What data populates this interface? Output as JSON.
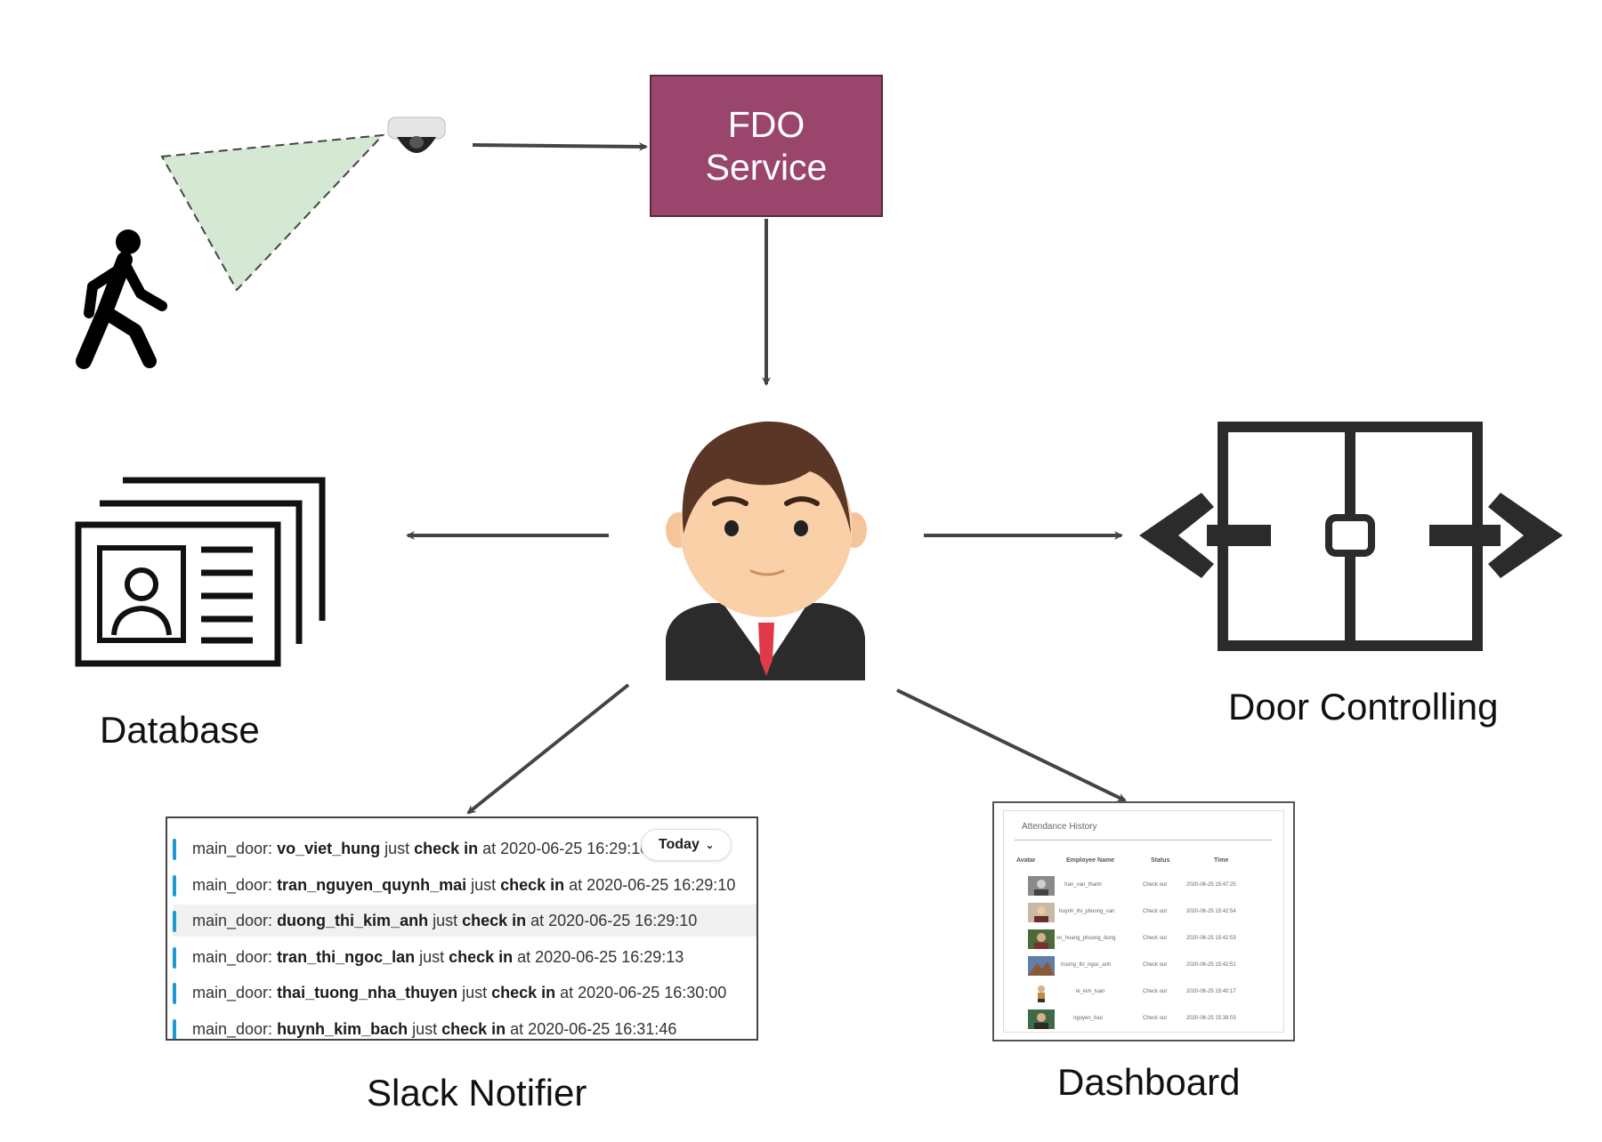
{
  "fdo": {
    "line1": "FDO",
    "line2": "Service"
  },
  "labels": {
    "database": "Database",
    "door": "Door Controlling",
    "slack": "Slack Notifier",
    "dashboard": "Dashboard"
  },
  "slack": {
    "today_label": "Today",
    "rows": [
      {
        "prefix": "main_door: ",
        "user": "vo_viet_hung",
        "mid": " just ",
        "action": "check in",
        "suffix": " at 2020-06-25 16:29:10"
      },
      {
        "prefix": "main_door: ",
        "user": "tran_nguyen_quynh_mai",
        "mid": " just ",
        "action": "check in",
        "suffix": " at 2020-06-25 16:29:10"
      },
      {
        "prefix": "main_door: ",
        "user": "duong_thi_kim_anh",
        "mid": " just ",
        "action": "check in",
        "suffix": " at 2020-06-25 16:29:10"
      },
      {
        "prefix": "main_door: ",
        "user": "tran_thi_ngoc_lan",
        "mid": " just ",
        "action": "check in",
        "suffix": " at 2020-06-25 16:29:13"
      },
      {
        "prefix": "main_door: ",
        "user": "thai_tuong_nha_thuyen",
        "mid": " just ",
        "action": "check in",
        "suffix": " at 2020-06-25 16:30:00"
      },
      {
        "prefix": "main_door: ",
        "user": "huynh_kim_bach",
        "mid": " just ",
        "action": "check in",
        "suffix": " at 2020-06-25 16:31:46"
      }
    ]
  },
  "dashboard": {
    "title": "Attendance History",
    "columns": [
      "Avatar",
      "Employee Name",
      "Status",
      "Time"
    ],
    "rows": [
      {
        "name": "tran_van_thanh",
        "status": "Check out",
        "time": "2020-06-25 15:47:25"
      },
      {
        "name": "huynh_thi_phuong_van",
        "status": "Check out",
        "time": "2020-06-25 15:42:54"
      },
      {
        "name": "vo_hoang_phuong_dung",
        "status": "Check out",
        "time": "2020-06-25 15:42:53"
      },
      {
        "name": "truong_thi_ngoc_anh",
        "status": "Check out",
        "time": "2020-06-25 15:42:51"
      },
      {
        "name": "le_kim_tuan",
        "status": "Check out",
        "time": "2020-06-25 15:40:17"
      },
      {
        "name": "nguyen_bao",
        "status": "Check out",
        "time": "2020-06-25 15:38:03"
      }
    ]
  },
  "colors": {
    "fdo_fill": "#99456c",
    "arrow": "#444444",
    "view_cone": "#d5e8d4",
    "slack_bar": "#1d9bd1"
  }
}
